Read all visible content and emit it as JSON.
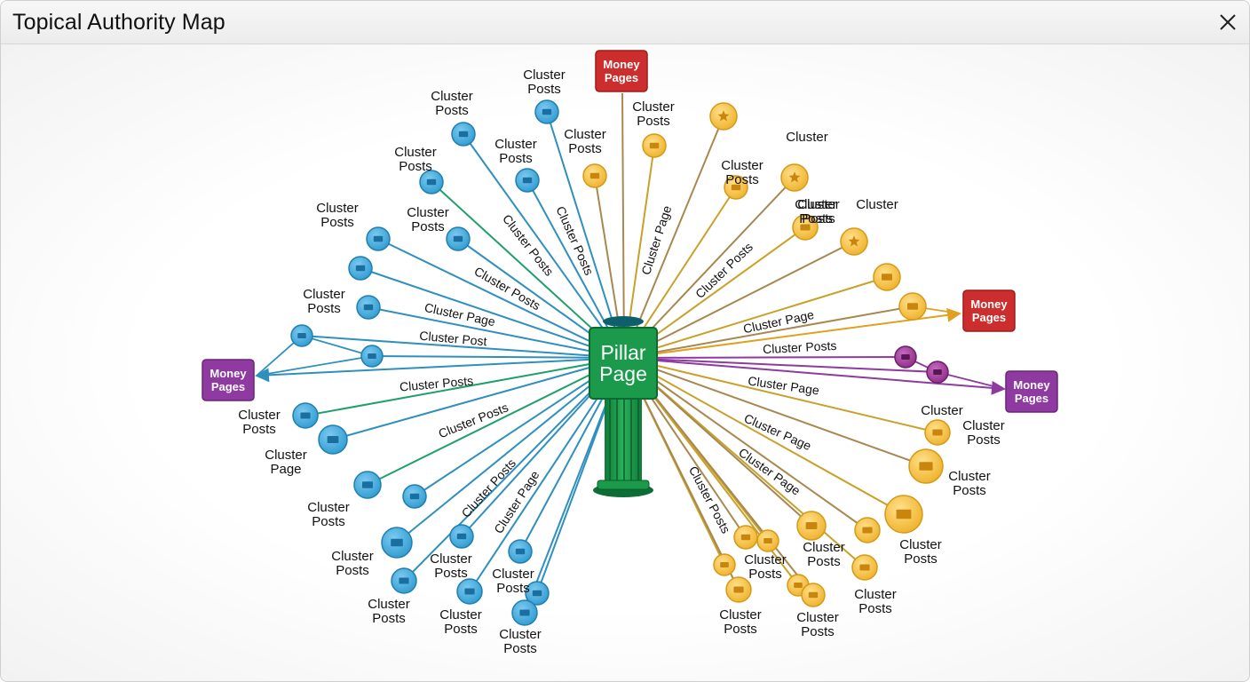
{
  "window": {
    "title": "Topical Authority Map"
  },
  "icons": {
    "close": "close-icon",
    "cluster_node": "folder-icon",
    "star_node": "star-icon"
  },
  "colors": {
    "pillar": "#1a9a4a",
    "cluster_blue": "#4aaee0",
    "cluster_gold": "#f2bd3c",
    "cluster_purple": "#9c3d92",
    "money_red": "#cc2d2d",
    "money_purple": "#8e3aa0",
    "edge_blue": "#2f8fbf",
    "edge_teal": "#1fa06a",
    "edge_gold": "#c9a12a",
    "edge_brown": "#a88850"
  },
  "diagram": {
    "pillar": {
      "line1": "Pillar",
      "line2": "Page"
    },
    "money_pages": [
      {
        "line1": "Money",
        "line2": "Pages",
        "variant": "red"
      },
      {
        "line1": "Money",
        "line2": "Pages",
        "variant": "red"
      },
      {
        "line1": "Money",
        "line2": "Pages",
        "variant": "purple"
      },
      {
        "line1": "Money",
        "line2": "Pages",
        "variant": "purple"
      }
    ],
    "node_labels": [
      {
        "line1": "Cluster",
        "line2": "Posts"
      },
      {
        "line1": "Cluster",
        "line2": "Posts"
      },
      {
        "line1": "Cluster",
        "line2": "Posts"
      },
      {
        "line1": "Cluster",
        "line2": "Posts"
      },
      {
        "line1": "Cluster",
        "line2": "Posts"
      },
      {
        "line1": "Cluster",
        "line2": "Posts"
      },
      {
        "line1": "Cluster",
        "line2": "Posts"
      },
      {
        "line1": "Cluster",
        "line2": "Posts"
      },
      {
        "line1": "Cluster",
        "line2": "Page"
      },
      {
        "line1": "Cluster",
        "line2": "Posts"
      },
      {
        "line1": "Cluster",
        "line2": "Posts"
      },
      {
        "line1": "Cluster",
        "line2": "Posts"
      },
      {
        "line1": "Cluster",
        "line2": "Posts"
      },
      {
        "line1": "Cluster",
        "line2": "Posts"
      },
      {
        "line1": "Cluster",
        "line2": "Posts"
      },
      {
        "line1": "Cluster",
        "line2": "Posts"
      },
      {
        "line1": "Cluster",
        "line2": "Posts"
      },
      {
        "line1": "Cluster",
        "line2": "Posts"
      },
      {
        "line1": "Cluster",
        "line2": ""
      },
      {
        "line1": "Cluster",
        "line2": "Posts"
      },
      {
        "line1": "Cluster",
        "line2": ""
      },
      {
        "line1": "Cluster",
        "line2": "Posts"
      },
      {
        "line1": "Cluster",
        "line2": ""
      },
      {
        "line1": "Cluster",
        "line2": "Posts"
      },
      {
        "line1": "Cluster",
        "line2": "Posts"
      },
      {
        "line1": "Cluster",
        "line2": "Posts"
      },
      {
        "line1": "Cluster",
        "line2": "Posts"
      },
      {
        "line1": "Cluster",
        "line2": "Posts"
      },
      {
        "line1": "Cluster",
        "line2": "Posts"
      },
      {
        "line1": "Cluster",
        "line2": "Posts"
      }
    ],
    "edge_labels": [
      "Cluster Posts",
      "Cluster Posts",
      "Cluster Posts",
      "Cluster Page",
      "Cluster Post",
      "Cluster Posts",
      "Cluster Posts",
      "Cluster Posts",
      "Cluster Page",
      "Cluster Page",
      "Cluster Posts",
      "Cluster Page",
      "Cluster Posts",
      "Cluster Page",
      "Cluster Page",
      "Cluster Page",
      "Cluster Posts"
    ]
  }
}
